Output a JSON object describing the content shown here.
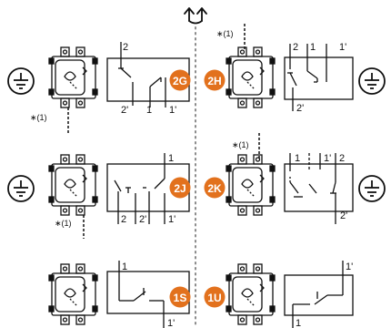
{
  "colors": {
    "accent": "#e2711d",
    "ink": "#111111",
    "dots": "#8a8a8a",
    "panel": "#ffffff"
  },
  "top_icon": "direction-arrows-icon",
  "ground_icon": "ground-icon",
  "note_mark": "∗(1)",
  "rows": [
    {
      "left": {
        "badge": "2G",
        "terminals": {
          "top": [
            "2"
          ],
          "bottom": [
            "2'",
            "1",
            "1'"
          ]
        },
        "note": "bottom"
      },
      "right": {
        "badge": "2H",
        "terminals": {
          "top": [
            "2",
            "1",
            "1'"
          ],
          "bottom": [
            "2'"
          ]
        },
        "note": "top"
      }
    },
    {
      "left": {
        "badge": "2J",
        "terminals": {
          "top": [
            "1"
          ],
          "bottom": [
            "2",
            "2'",
            "1'"
          ]
        },
        "note": "bottom"
      },
      "right": {
        "badge": "2K",
        "terminals": {
          "top": [
            "1",
            "1'",
            "2"
          ],
          "bottom": [
            "2'"
          ]
        },
        "note": "top"
      }
    },
    {
      "left": {
        "badge": "1S",
        "terminals": {
          "top": [
            "1"
          ],
          "bottom": [
            "1'"
          ]
        },
        "note": ""
      },
      "right": {
        "badge": "1U",
        "terminals": {
          "top": [
            "1'"
          ],
          "bottom": [
            "1"
          ]
        },
        "note": ""
      }
    }
  ]
}
